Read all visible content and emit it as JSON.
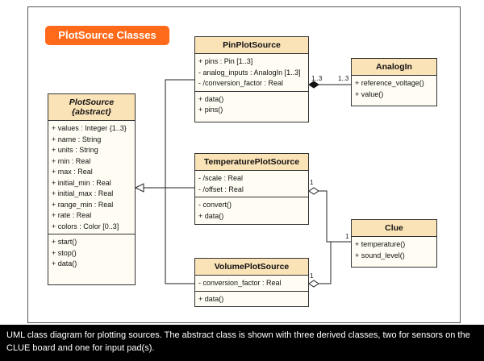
{
  "title_badge": "PlotSource Classes",
  "classes": {
    "plot_source": {
      "name": "PlotSource",
      "stereotype": "{abstract}",
      "attributes": [
        "+ values : Integer {1..3}",
        "+ name : String",
        "+ units : String",
        "+ min : Real",
        "+ max : Real",
        "+ initial_min : Real",
        "+ initial_max : Real",
        "+ range_min : Real",
        "+ rate : Real",
        "+ colors : Color [0..3]"
      ],
      "methods": [
        "+ start()",
        "+ stop()",
        "+ data()"
      ]
    },
    "pin_plot_source": {
      "name": "PinPlotSource",
      "attributes": [
        "+ pins : Pin [1..3]",
        "- analog_inputs : AnalogIn [1..3]",
        "- /conversion_factor : Real"
      ],
      "methods": [
        "+ data()",
        "+ pins()"
      ]
    },
    "temperature_plot_source": {
      "name": "TemperaturePlotSource",
      "attributes": [
        "- /scale : Real",
        "- /offset : Real"
      ],
      "methods": [
        "- convert()",
        "+ data()"
      ]
    },
    "volume_plot_source": {
      "name": "VolumePlotSource",
      "attributes": [
        "- conversion_factor : Real"
      ],
      "methods": [
        "+ data()"
      ]
    },
    "analog_in": {
      "name": "AnalogIn",
      "attributes": [
        "+ reference_voltage()",
        "+ value()"
      ]
    },
    "clue": {
      "name": "Clue",
      "attributes": [
        "+ temperature()",
        "+ sound_level()"
      ]
    }
  },
  "multiplicities": {
    "pin_end": "1..3",
    "analog_end": "1..3",
    "temperature_end": "1",
    "volume_end": "1",
    "clue_end": "1"
  },
  "caption": "UML class diagram for plotting sources. The abstract class is shown with three derived classes, two for sensors on the CLUE board and one for input pad(s)."
}
